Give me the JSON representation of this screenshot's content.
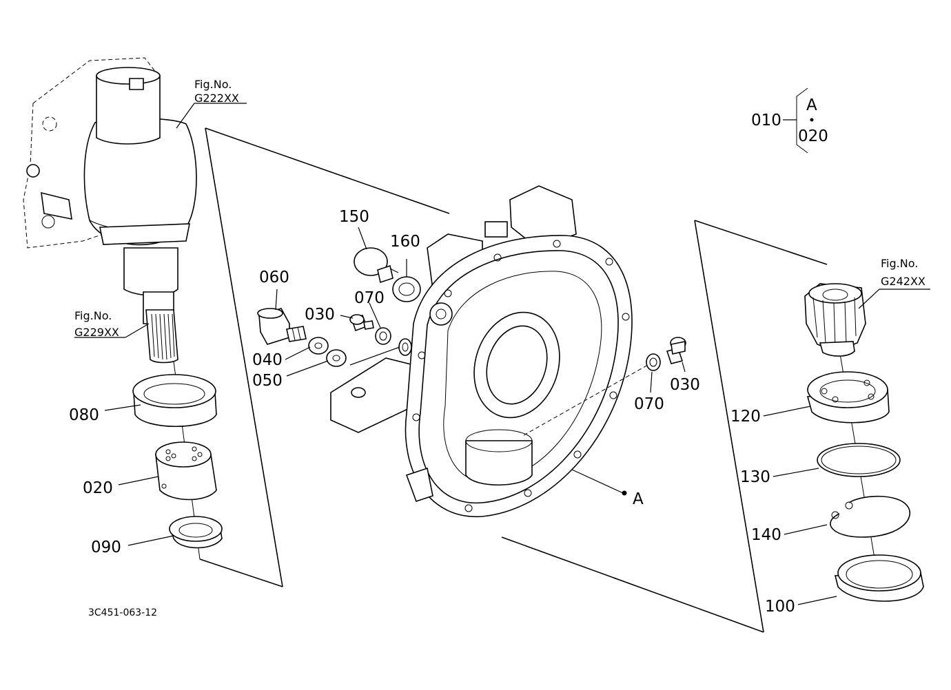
{
  "diagram_code": "3C451-063-12",
  "group": {
    "parent_label": "010",
    "members": [
      "A",
      "020"
    ]
  },
  "fig_refs": [
    {
      "id": "g222",
      "line1": "Fig.No.",
      "line2": "G222XX"
    },
    {
      "id": "g229",
      "line1": "Fig.No.",
      "line2": "G229XX"
    },
    {
      "id": "g242",
      "line1": "Fig.No.",
      "line2": "G242XX"
    }
  ],
  "callouts": {
    "p150": "150",
    "p160": "160",
    "p060": "060",
    "p030a": "030",
    "p070a": "070",
    "p040": "040",
    "p050": "050",
    "p080": "080",
    "p020": "020",
    "p090": "090",
    "p070b": "070",
    "p030b": "030",
    "pA": "A",
    "p120": "120",
    "p130": "130",
    "p140": "140",
    "p100": "100"
  }
}
